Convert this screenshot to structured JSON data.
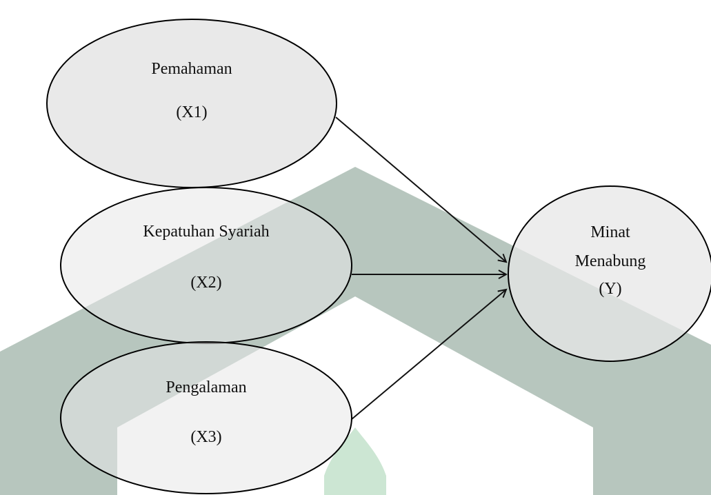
{
  "colors": {
    "background": "#ffffff",
    "node_fill": "#e7e7e7",
    "node_stroke": "#000000",
    "arrow": "#111111",
    "watermark": "#9fb3a8"
  },
  "nodes": {
    "x1": {
      "name": "Pemahaman",
      "code": "(X1)"
    },
    "x2": {
      "name": "Kepatuhan Syariah",
      "code": "(X2)"
    },
    "x3": {
      "name": "Pengalaman",
      "code": "(X3)"
    },
    "y": {
      "name_line1": "Minat",
      "name_line2": "Menabung",
      "code": "(Y)"
    }
  },
  "edges": [
    {
      "from": "x1",
      "to": "y"
    },
    {
      "from": "x2",
      "to": "y"
    },
    {
      "from": "x3",
      "to": "y"
    }
  ]
}
